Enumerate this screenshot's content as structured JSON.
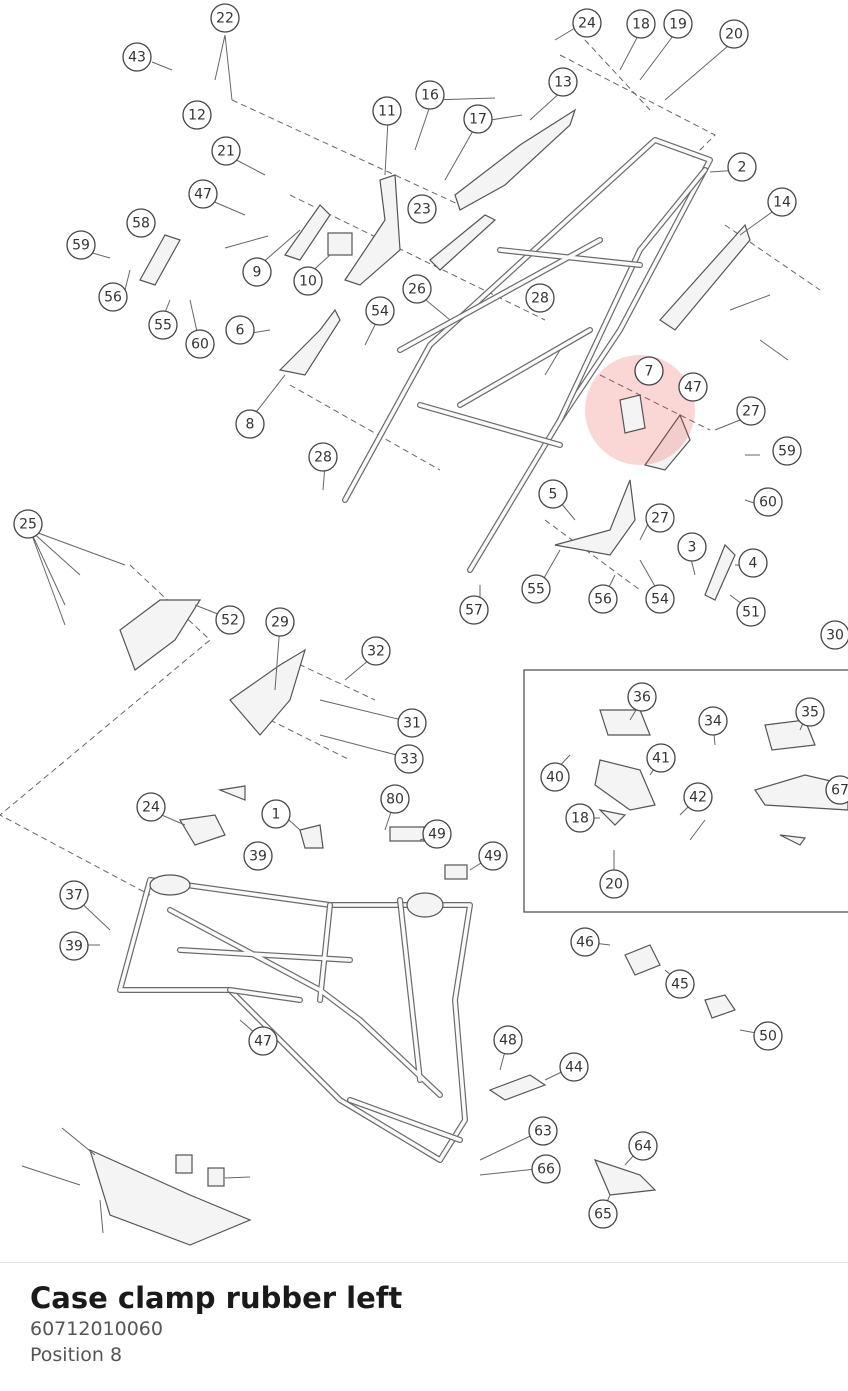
{
  "part": {
    "name": "Case clamp rubber left",
    "number": "60712010060",
    "position": "Position 8"
  },
  "highlight_color": "#e8483c",
  "callouts": [
    "22",
    "43",
    "12",
    "24",
    "18",
    "19",
    "20",
    "13",
    "16",
    "17",
    "11",
    "21",
    "47",
    "23",
    "2",
    "14",
    "58",
    "59",
    "56",
    "9",
    "10",
    "55",
    "60",
    "26",
    "54",
    "28",
    "6",
    "8",
    "7",
    "47",
    "27",
    "59",
    "28",
    "5",
    "27",
    "60",
    "55",
    "57",
    "56",
    "54",
    "3",
    "4",
    "51",
    "25",
    "52",
    "29",
    "32",
    "31",
    "33",
    "30",
    "36",
    "35",
    "34",
    "40",
    "41",
    "67",
    "42",
    "18",
    "20",
    "24",
    "1",
    "80",
    "49",
    "49",
    "39",
    "37",
    "39",
    "46",
    "45",
    "50",
    "47",
    "48",
    "44",
    "63",
    "64",
    "66",
    "65"
  ]
}
